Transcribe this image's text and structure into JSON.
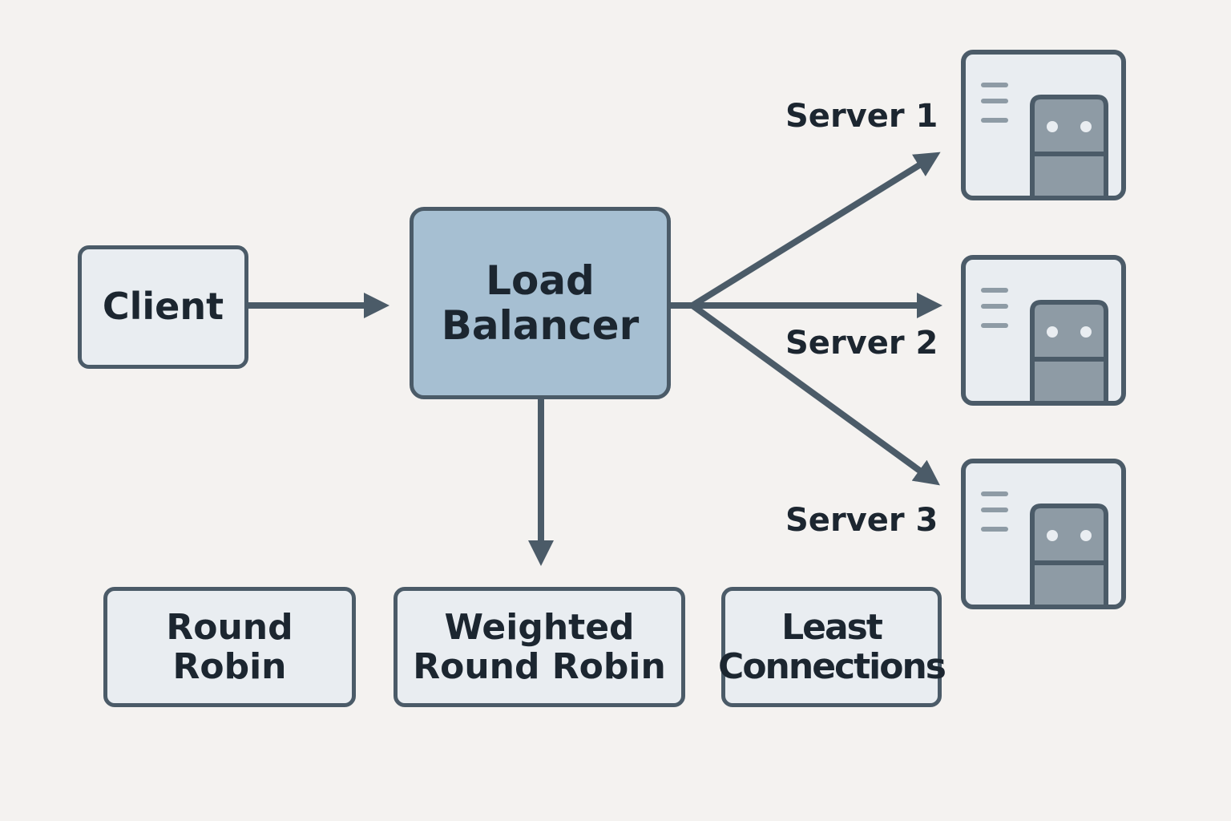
{
  "nodes": {
    "client": "Client",
    "load_balancer": "Load\nBalancer"
  },
  "servers": [
    {
      "label": "Server 1",
      "icon": "server-icon"
    },
    {
      "label": "Server 2",
      "icon": "server-icon"
    },
    {
      "label": "Server 3",
      "icon": "server-icon"
    }
  ],
  "algorithms": [
    {
      "label": "Round\nRobin"
    },
    {
      "label": "Weighted\nRound Robin"
    },
    {
      "label": "Least\nConnections"
    }
  ],
  "colors": {
    "stroke": "#4b5b68",
    "node_fill": "#e9edf1",
    "highlight_fill": "#a6bfd2",
    "background": "#f4f2f0",
    "server_panel": "#8e9ba5"
  }
}
